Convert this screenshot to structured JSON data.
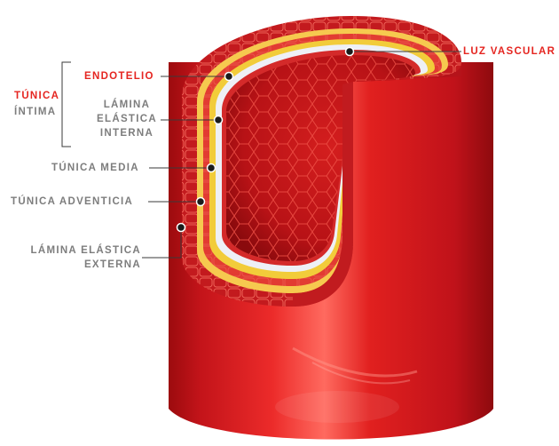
{
  "labels": {
    "tunica_intima": [
      "TÚNICA",
      "ÍNTIMA"
    ],
    "endotelio": "ENDOTELIO",
    "lamina_elastica_interna": [
      "LÁMINA",
      "ELÁSTICA",
      "INTERNA"
    ],
    "tunica_media": "TÚNICA MEDIA",
    "tunica_adventicia": "TÚNICA ADVENTICIA",
    "lamina_elastica_externa": [
      "LÁMINA ELÁSTICA",
      "EXTERNA"
    ],
    "luz_vascular": "LUZ VASCULAR"
  },
  "colors": {
    "accent_label": "#e52520",
    "label_gray": "#7d7d7d",
    "vessel_red": "#d8181a",
    "vessel_dark": "#a80d10",
    "lamina_yellow": "#f2cc3a",
    "lamina_white": "#eef0f6",
    "leader_line": "#3a3a3a"
  }
}
